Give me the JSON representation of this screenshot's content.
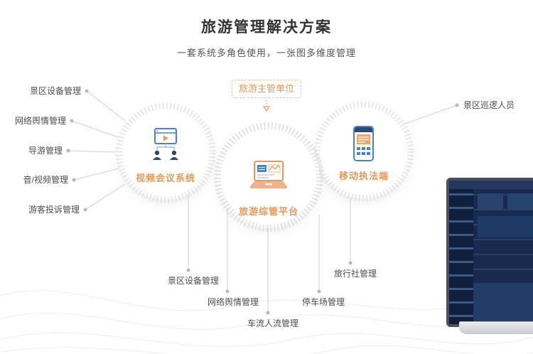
{
  "header": {
    "title": "旅游管理解决方案",
    "subtitle": "一套系统多角色使用，一张图多维度管理"
  },
  "authority": {
    "label": "旅游主管单位"
  },
  "circles": [
    {
      "label": "视频会议系统",
      "icon": "video-conference-icon"
    },
    {
      "label": "旅游综管平台",
      "icon": "management-platform-icon"
    },
    {
      "label": "移动执法端",
      "icon": "mobile-enforcement-icon"
    }
  ],
  "left_labels": [
    "景区设备管理",
    "网络舆情管理",
    "导游管理",
    "音/视频管理",
    "游客投诉管理"
  ],
  "right_labels": [
    "景区巡逻人员"
  ],
  "bottom_labels": [
    "景区设备管理",
    "网络舆情管理",
    "车流人流管理",
    "停车场管理",
    "旅行社管理"
  ],
  "colors": {
    "accent_orange": "#E8995C",
    "icon_blue": "#4A82C8",
    "icon_navy": "#2E4A72",
    "line_gray": "#CFCFCF",
    "text_dark": "#333333",
    "dashboard_navy": "#18294A"
  }
}
